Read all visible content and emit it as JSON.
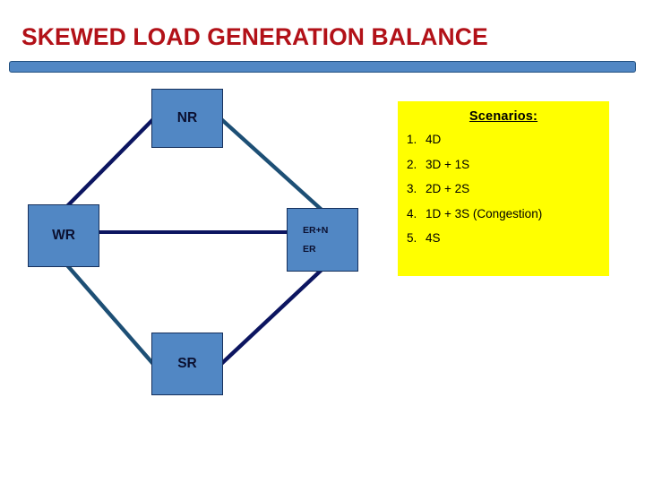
{
  "slide": {
    "title": "SKEWED LOAD GENERATION BALANCE",
    "title_color": "#b21118",
    "background_color": "#ffffff",
    "rule_fill": "#5187c4",
    "rule_border": "#23507f"
  },
  "diagram": {
    "node_fill": "#5187c4",
    "node_border": "#16305c",
    "node_text_color": "#0b1030",
    "nodes": [
      {
        "id": "nr",
        "label": "NR"
      },
      {
        "id": "wr",
        "label": "WR"
      },
      {
        "id": "sr",
        "label": "SR"
      },
      {
        "id": "er",
        "label_line_1": "ER+N",
        "label_line_2": "ER"
      }
    ],
    "connectors": [
      {
        "id": "nr-wr",
        "from": "NR",
        "to": "WR",
        "color": "#0c1560",
        "style": "diagonal"
      },
      {
        "id": "nr-er",
        "from": "NR",
        "to": "ER",
        "color": "#1d4f75",
        "style": "diagonal"
      },
      {
        "id": "wr-er",
        "from": "WR",
        "to": "ER",
        "color": "#0c1560",
        "style": "horizontal"
      },
      {
        "id": "wr-sr",
        "from": "WR",
        "to": "SR",
        "color": "#1d4f75",
        "style": "diagonal"
      },
      {
        "id": "sr-er",
        "from": "SR",
        "to": "ER",
        "color": "#0c1560",
        "style": "diagonal"
      }
    ]
  },
  "scenarios": {
    "heading": "Scenarios:",
    "panel_color": "#ffff00",
    "items": [
      {
        "number": "1.",
        "text": "4D"
      },
      {
        "number": "2.",
        "text": "3D + 1S"
      },
      {
        "number": "3.",
        "text": "2D + 2S"
      },
      {
        "number": "4.",
        "text": "1D + 3S (Congestion)"
      },
      {
        "number": "5.",
        "text": "4S"
      }
    ]
  }
}
